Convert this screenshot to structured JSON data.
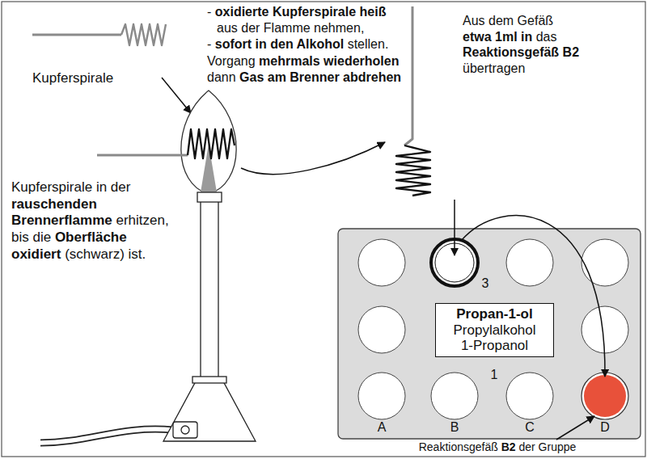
{
  "diagram": {
    "nodes": [
      {
        "text": [
          "Propan-1-ol",
          "Propylalkohol",
          "1-Propanol"
        ]
      }
    ],
    "labels": [
      "Kupferspirale",
      "Kupferspirale in der rauschenden Brennerflamme erhitzen, bis die Oberfläche oxidiert (schwarz) ist.",
      "- oxidierte Kupferspirale heiß aus der Flamme nehmen,",
      "- sofort in den Alkohol stellen.",
      "Vorgang mehrmals wiederholen dann Gas am Brenner abdrehen",
      "Aus dem Gefäß etwa 1ml in das Reaktionsgefäß B2 übertragen",
      "3",
      "1",
      "A",
      "B",
      "C",
      "D",
      "Reaktionsgefäß B2 der Gruppe"
    ]
  }
}
